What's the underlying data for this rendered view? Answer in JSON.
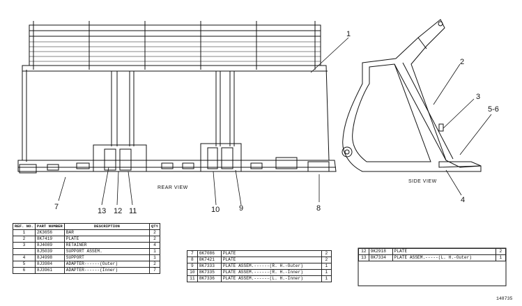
{
  "views": {
    "rear": "REAR VIEW",
    "side": "SIDE VIEW"
  },
  "callouts": {
    "c1": "1",
    "c2": "2",
    "c3": "3",
    "c56": "5-6",
    "c4": "4",
    "c7": "7",
    "c13": "13",
    "c12": "12",
    "c11": "11",
    "c10": "10",
    "c9": "9",
    "c8": "8"
  },
  "table1": {
    "headers": {
      "ref": "REF. NO.",
      "part": "PART NUMBER",
      "desc": "DESCRIPTION",
      "qty": "QTY"
    },
    "rows": [
      {
        "ref": "1",
        "part": "2K3656",
        "desc": "BAR",
        "qty": "2"
      },
      {
        "ref": "2",
        "part": "8K7419",
        "desc": "PLATE",
        "qty": "2"
      },
      {
        "ref": "3",
        "part": "8J4089",
        "desc": "RETAINER",
        "qty": "4"
      },
      {
        "ref": "",
        "part": "8J5039",
        "desc": "SUPPORT ASSEM.",
        "qty": "1"
      },
      {
        "ref": "4",
        "part": "8J4998",
        "desc": "SUPPORT",
        "qty": "1"
      },
      {
        "ref": "5",
        "part": "8J3984",
        "desc": "ADAPTER------(Outer)",
        "qty": "2"
      },
      {
        "ref": "6",
        "part": "8J3961",
        "desc": "ADAPTER------(Inner)",
        "qty": "7"
      }
    ]
  },
  "table2": {
    "rows": [
      {
        "ref": "7",
        "part": "6K7086",
        "desc": "PLATE",
        "qty": "2"
      },
      {
        "ref": "8",
        "part": "8K7421",
        "desc": "PLATE",
        "qty": "2"
      },
      {
        "ref": "9",
        "part": "8K7333",
        "desc": "PLATE ASSEM.------(R. H.-Outer)",
        "qty": "1"
      },
      {
        "ref": "10",
        "part": "8K7335",
        "desc": "PLATE ASSEM.------(R. H.-Inner)",
        "qty": "1"
      },
      {
        "ref": "11",
        "part": "8K7336",
        "desc": "PLATE ASSEM.------(L. H.-Inner)",
        "qty": "1"
      }
    ]
  },
  "table3": {
    "rows": [
      {
        "ref": "12",
        "part": "9K2918",
        "desc": "PLATE",
        "qty": "2"
      },
      {
        "ref": "13",
        "part": "8K7334",
        "desc": "PLATE ASSEM.-----(L. H.-Outer)",
        "qty": "1"
      }
    ]
  },
  "drawing_ref": "148735"
}
